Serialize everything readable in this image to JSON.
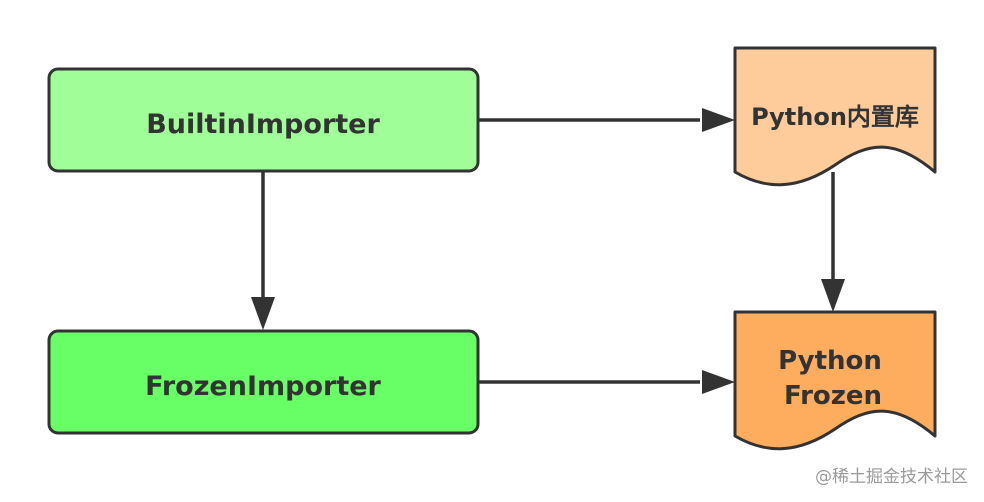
{
  "nodes": {
    "builtin_importer": {
      "label": "BuiltinImporter",
      "fill": "#9ffe98"
    },
    "frozen_importer": {
      "label": "FrozenImporter",
      "fill": "#67fe66"
    },
    "python_builtin_lib": {
      "label": "Python内置库",
      "fill": "#fecb9a"
    },
    "python_frozen": {
      "label_line1": "Python",
      "label_line2": "Frozen",
      "fill": "#fead5f"
    }
  },
  "edges": [
    {
      "from": "builtin_importer",
      "to": "python_builtin_lib"
    },
    {
      "from": "builtin_importer",
      "to": "frozen_importer"
    },
    {
      "from": "python_builtin_lib",
      "to": "python_frozen"
    },
    {
      "from": "frozen_importer",
      "to": "python_frozen"
    }
  ],
  "colors": {
    "stroke": "#333333",
    "text": "#333333",
    "watermark": "#9a9a9a"
  },
  "watermark": {
    "text": "@稀土掘金技术社区"
  }
}
